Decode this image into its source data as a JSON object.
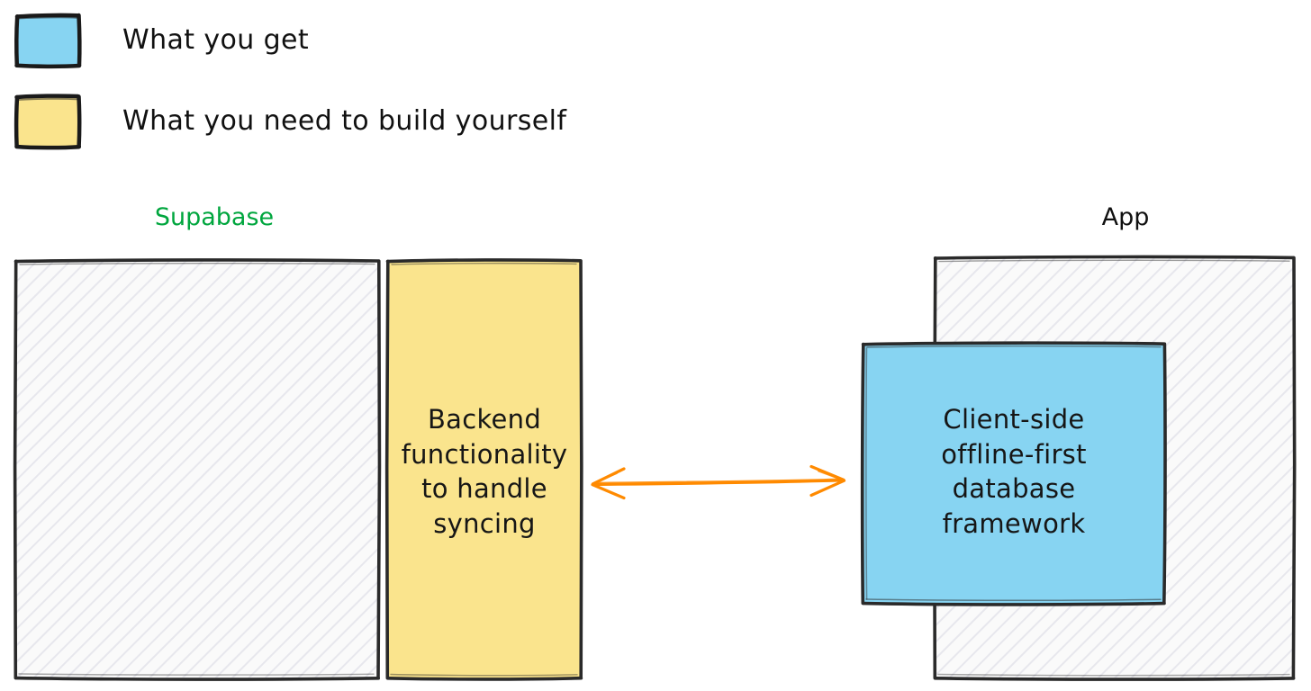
{
  "legend": {
    "items": [
      {
        "swatch_color": "#87D4F2",
        "label": "What you get",
        "name": "what-you-get"
      },
      {
        "swatch_color": "#FAE48D",
        "label": "What you need to build yourself",
        "name": "what-you-need-to-build-yourself"
      }
    ]
  },
  "columns": [
    {
      "id": "supabase",
      "caption": "Supabase",
      "caption_color": "#00A63E"
    },
    {
      "id": "app",
      "caption": "App",
      "caption_color": "#111111"
    }
  ],
  "boxes": {
    "supabase_platform": {
      "label": "",
      "fill": "#FAFAFA",
      "style": "hatched"
    },
    "backend_sync": {
      "fill": "#FAE48D",
      "lines": [
        "Backend",
        "functionality",
        "to handle",
        "syncing"
      ]
    },
    "app_platform": {
      "label": "",
      "fill": "#FAFAFA",
      "style": "hatched"
    },
    "client_db": {
      "fill": "#87D4F2",
      "lines": [
        "Client-side",
        "offline-first",
        "database",
        "framework"
      ]
    }
  },
  "connector": {
    "name": "sync-arrow",
    "color": "#FF8A00",
    "direction": "bidirectional",
    "label": ""
  },
  "colors": {
    "ink": "#1A1A1A",
    "blue": "#87D4F2",
    "yellow": "#FAE48D",
    "orange": "#FF8A00",
    "green": "#00A63E",
    "hatch": "#E9E9EE",
    "panel": "#FAFAFA"
  }
}
